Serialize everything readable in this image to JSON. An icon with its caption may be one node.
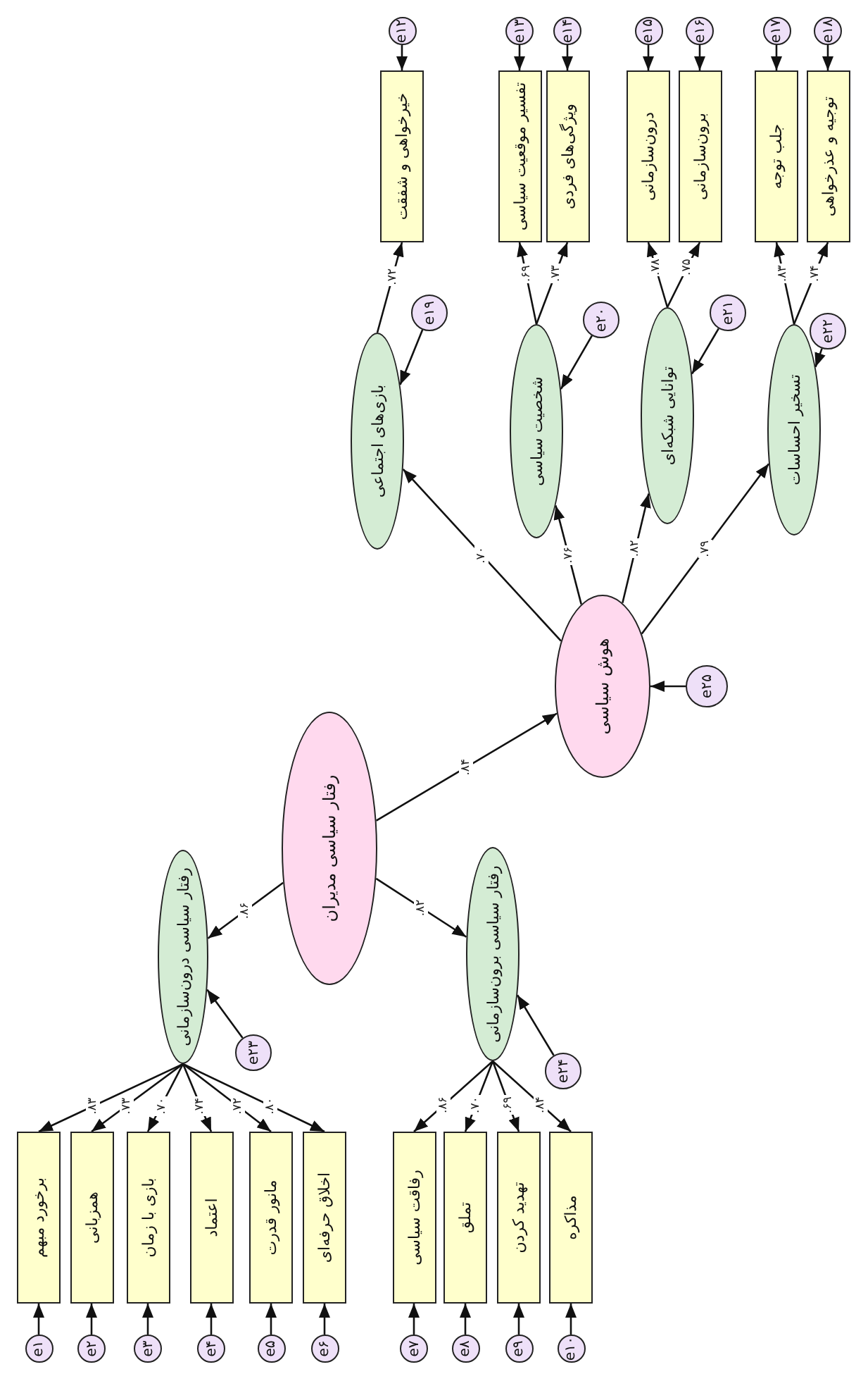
{
  "diagram": {
    "nodes": [
      {
        "text": [
          "رفتار سیاسی مدیران"
        ]
      },
      {
        "text": [
          "هوش سیاسی"
        ]
      },
      {
        "text": [
          "رفتار سیاسی درون‌سازمانی"
        ]
      },
      {
        "text": [
          "رفتار سیاسی برون‌سازمانی"
        ]
      },
      {
        "text": [
          "بازی‌های اجتماعی"
        ]
      },
      {
        "text": [
          "شخصیت سیاسی"
        ]
      },
      {
        "text": [
          "توانایی شبکه‌ای"
        ]
      },
      {
        "text": [
          "تسخیر احساسات"
        ]
      },
      {
        "text": [
          "برخورد مبهم"
        ]
      },
      {
        "text": [
          "همزبانی"
        ]
      },
      {
        "text": [
          "بازی با زمان"
        ]
      },
      {
        "text": [
          "اعتماد"
        ]
      },
      {
        "text": [
          "مانور قدرت"
        ]
      },
      {
        "text": [
          "اخلاق حرفه‌ای"
        ]
      },
      {
        "text": [
          "رفاقت سیاسی"
        ]
      },
      {
        "text": [
          "تملق"
        ]
      },
      {
        "text": [
          "تهدید کردن"
        ]
      },
      {
        "text": [
          "مذاکره"
        ]
      },
      {
        "text": [
          "خیرخواهی و شفقت"
        ]
      },
      {
        "text": [
          "تفسیر موقعیت سیاسی"
        ]
      },
      {
        "text": [
          "ویژگی‌های فردی"
        ]
      },
      {
        "text": [
          "درون‌سازمانی"
        ]
      },
      {
        "text": [
          "برون‌سازمانی"
        ]
      },
      {
        "text": [
          "جلب توجه"
        ]
      },
      {
        "text": [
          "توجیه و عذرخواهی"
        ]
      },
      {
        "text": [
          "e۱"
        ]
      },
      {
        "text": [
          "e۲"
        ]
      },
      {
        "text": [
          "e۳"
        ]
      },
      {
        "text": [
          "e۴"
        ]
      },
      {
        "text": [
          "e۵"
        ]
      },
      {
        "text": [
          "e۶"
        ]
      },
      {
        "text": [
          "e۷"
        ]
      },
      {
        "text": [
          "e۸"
        ]
      },
      {
        "text": [
          "e۹"
        ]
      },
      {
        "text": [
          "e۱۰"
        ]
      },
      {
        "text": [
          "e۱۲"
        ]
      },
      {
        "text": [
          "e۱۳"
        ]
      },
      {
        "text": [
          "e۱۴"
        ]
      },
      {
        "text": [
          "e۱۵"
        ]
      },
      {
        "text": [
          "e۱۶"
        ]
      },
      {
        "text": [
          "e۱۷"
        ]
      },
      {
        "text": [
          "e۱۸"
        ]
      },
      {
        "text": [
          "e۱۹"
        ]
      },
      {
        "text": [
          "e۲۰"
        ]
      },
      {
        "text": [
          "e۲۱"
        ]
      },
      {
        "text": [
          "e۲۲"
        ]
      },
      {
        "text": [
          "e۲۳"
        ]
      },
      {
        "text": [
          "e۲۴"
        ]
      },
      {
        "text": [
          "e۲۵"
        ]
      }
    ],
    "edges": [
      {
        "from": 0,
        "to": 2,
        "arrow": "to",
        "label": ".۸۶"
      },
      {
        "from": 0,
        "to": 3,
        "arrow": "to",
        "label": ".۸۲"
      },
      {
        "from": 0,
        "to": 1,
        "arrow": "to",
        "label": ".۸۴"
      },
      {
        "from": 1,
        "to": 4,
        "arrow": "to",
        "label": ".۷۰"
      },
      {
        "from": 1,
        "to": 5,
        "arrow": "to",
        "label": ".۷۶"
      },
      {
        "from": 1,
        "to": 6,
        "arrow": "to",
        "label": ".۸۲"
      },
      {
        "from": 1,
        "to": 7,
        "arrow": "to",
        "label": ".۷۹"
      },
      {
        "from": 2,
        "to": 8,
        "arrow": "to",
        "label": ".۸۳"
      },
      {
        "from": 2,
        "to": 9,
        "arrow": "to",
        "label": ".۷۳"
      },
      {
        "from": 2,
        "to": 10,
        "arrow": "to",
        "label": ".۷۰"
      },
      {
        "from": 2,
        "to": 11,
        "arrow": "to",
        "label": ".۷۴"
      },
      {
        "from": 2,
        "to": 12,
        "arrow": "to",
        "label": ".۷۲"
      },
      {
        "from": 2,
        "to": 13,
        "arrow": "to",
        "label": ".۸۰"
      },
      {
        "from": 3,
        "to": 14,
        "arrow": "to",
        "label": ".۸۶"
      },
      {
        "from": 3,
        "to": 15,
        "arrow": "to",
        "label": ".۷۰"
      },
      {
        "from": 3,
        "to": 16,
        "arrow": "to",
        "label": ".۶۹"
      },
      {
        "from": 3,
        "to": 17,
        "arrow": "to",
        "label": ".۸۴"
      },
      {
        "from": 4,
        "to": 18,
        "arrow": "to",
        "label": ".۷۲"
      },
      {
        "from": 5,
        "to": 19,
        "arrow": "to",
        "label": ".۶۹"
      },
      {
        "from": 5,
        "to": 20,
        "arrow": "to",
        "label": ".۷۳"
      },
      {
        "from": 6,
        "to": 21,
        "arrow": "to",
        "label": ".۷۸"
      },
      {
        "from": 6,
        "to": 22,
        "arrow": "to",
        "label": ".۷۵"
      },
      {
        "from": 7,
        "to": 23,
        "arrow": "to",
        "label": ".۸۳"
      },
      {
        "from": 7,
        "to": 24,
        "arrow": "to",
        "label": ".۷۴"
      },
      {
        "from": 25,
        "to": 8,
        "arrow": "to"
      },
      {
        "from": 26,
        "to": 9,
        "arrow": "to"
      },
      {
        "from": 27,
        "to": 10,
        "arrow": "to"
      },
      {
        "from": 28,
        "to": 11,
        "arrow": "to"
      },
      {
        "from": 29,
        "to": 12,
        "arrow": "to"
      },
      {
        "from": 30,
        "to": 13,
        "arrow": "to"
      },
      {
        "from": 31,
        "to": 14,
        "arrow": "to"
      },
      {
        "from": 32,
        "to": 15,
        "arrow": "to"
      },
      {
        "from": 33,
        "to": 16,
        "arrow": "to"
      },
      {
        "from": 34,
        "to": 17,
        "arrow": "to"
      },
      {
        "from": 35,
        "to": 18,
        "arrow": "to"
      },
      {
        "from": 36,
        "to": 19,
        "arrow": "to"
      },
      {
        "from": 37,
        "to": 20,
        "arrow": "to"
      },
      {
        "from": 38,
        "to": 21,
        "arrow": "to"
      },
      {
        "from": 39,
        "to": 22,
        "arrow": "to"
      },
      {
        "from": 40,
        "to": 23,
        "arrow": "to"
      },
      {
        "from": 41,
        "to": 24,
        "arrow": "to"
      },
      {
        "from": 42,
        "to": 4,
        "arrow": "to"
      },
      {
        "from": 43,
        "to": 5,
        "arrow": "to"
      },
      {
        "from": 44,
        "to": 6,
        "arrow": "to"
      },
      {
        "from": 45,
        "to": 7,
        "arrow": "to"
      },
      {
        "from": 46,
        "to": 2,
        "arrow": "to"
      },
      {
        "from": 47,
        "to": 3,
        "arrow": "to"
      },
      {
        "from": 48,
        "to": 1,
        "arrow": "to"
      }
    ]
  }
}
